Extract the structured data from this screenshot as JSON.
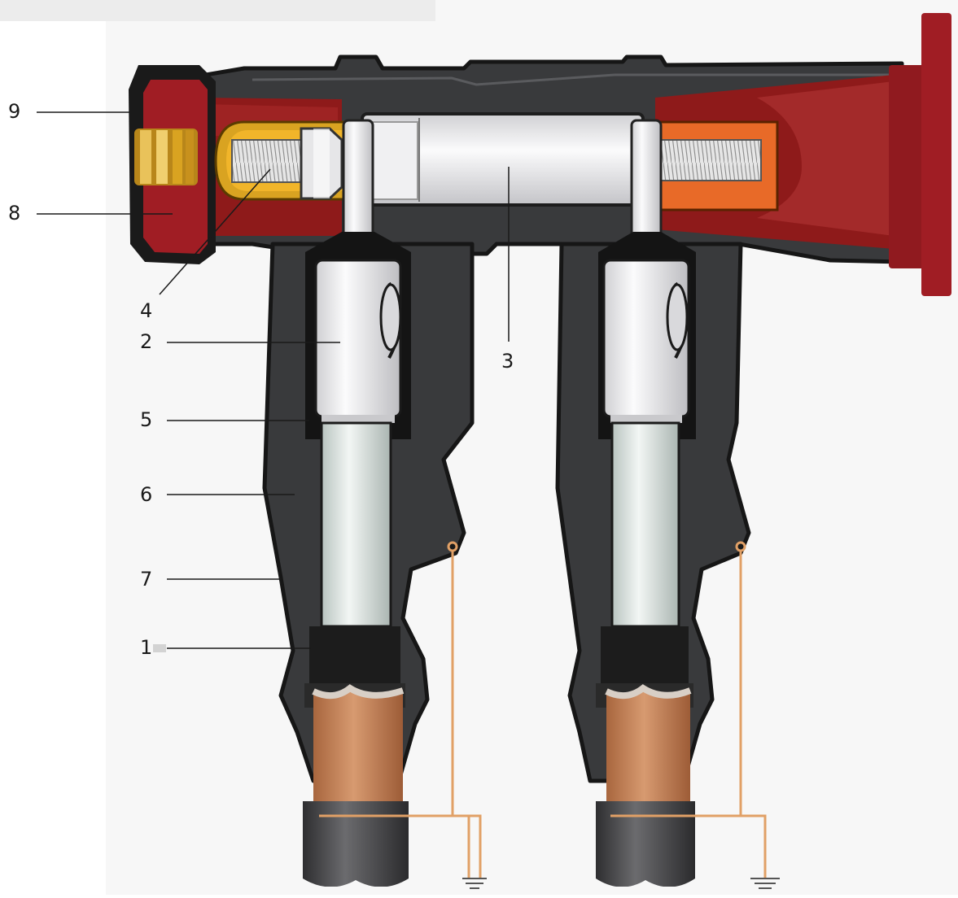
{
  "diagram": {
    "callouts": [
      {
        "id": "1",
        "label": "1"
      },
      {
        "id": "2",
        "label": "2"
      },
      {
        "id": "3",
        "label": "3"
      },
      {
        "id": "4",
        "label": "4"
      },
      {
        "id": "5",
        "label": "5"
      },
      {
        "id": "6",
        "label": "6"
      },
      {
        "id": "7",
        "label": "7"
      },
      {
        "id": "8",
        "label": "8"
      },
      {
        "id": "9",
        "label": "9"
      }
    ]
  },
  "colors": {
    "housing": "#393a3c",
    "housing_outline": "#1a1a1a",
    "insulation_red": "#8e1a1a",
    "cap_red": "#a01d24",
    "orange_insert": "#e86a28",
    "brass": "#d9a321",
    "steel": "#e8e8ea",
    "conductor_copper": "#c58356",
    "earth_wire": "#e1a066",
    "background_panel": "#f7f7f7"
  }
}
